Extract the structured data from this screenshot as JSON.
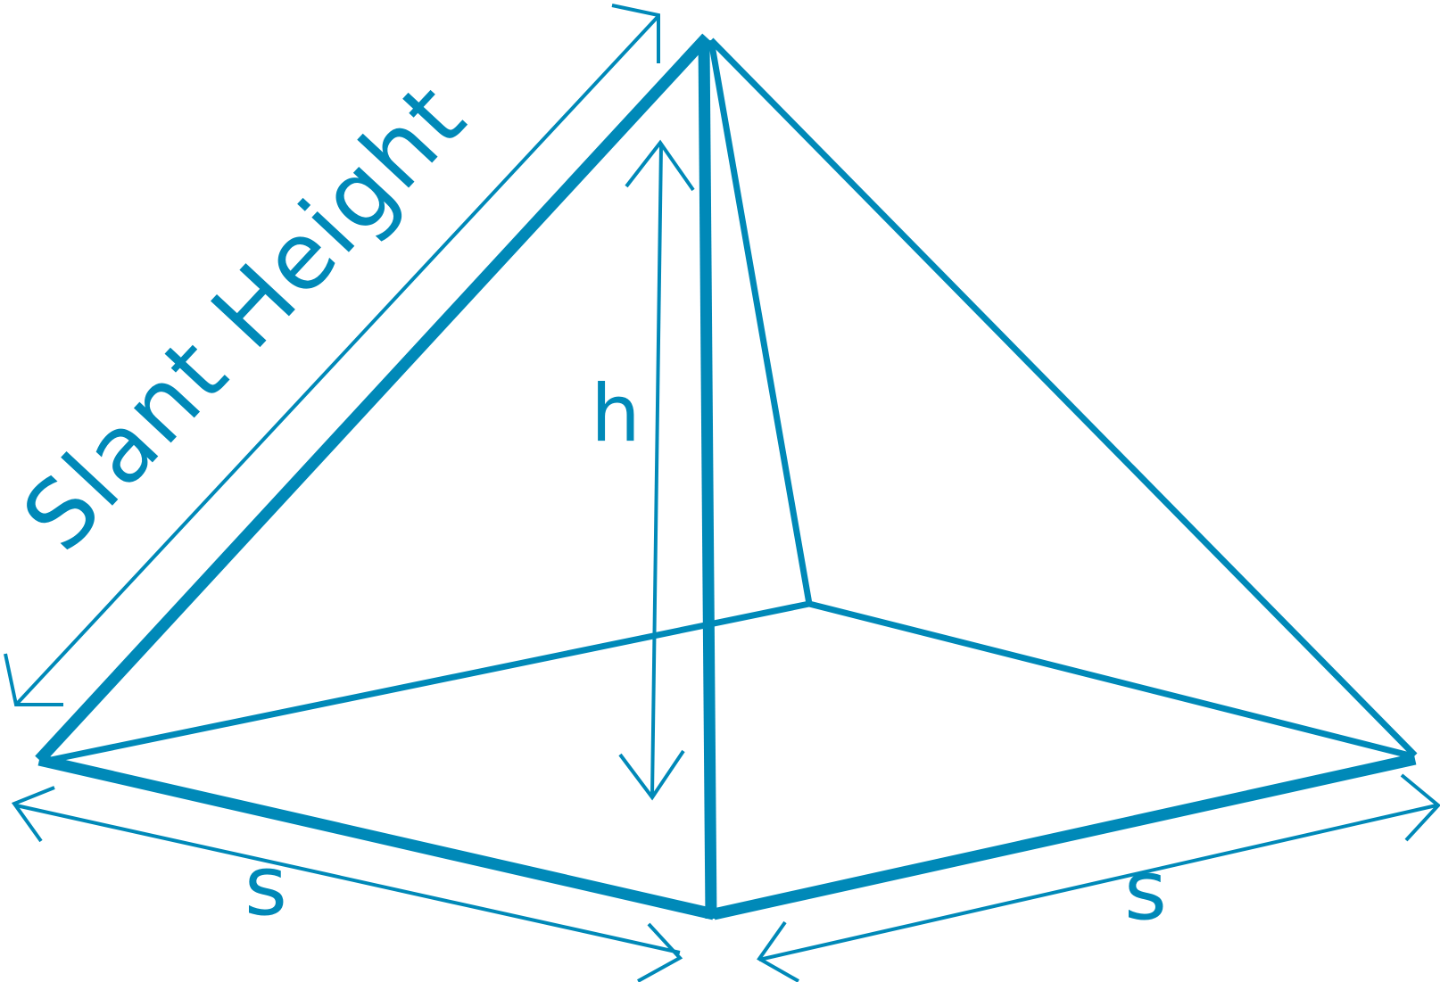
{
  "diagram": {
    "labels": {
      "slant_height": "Slant Height",
      "height": "h",
      "base_side_left": "s",
      "base_side_right": "s"
    },
    "colors": {
      "line": "#0089B8",
      "background": "#FFFFFF"
    }
  }
}
